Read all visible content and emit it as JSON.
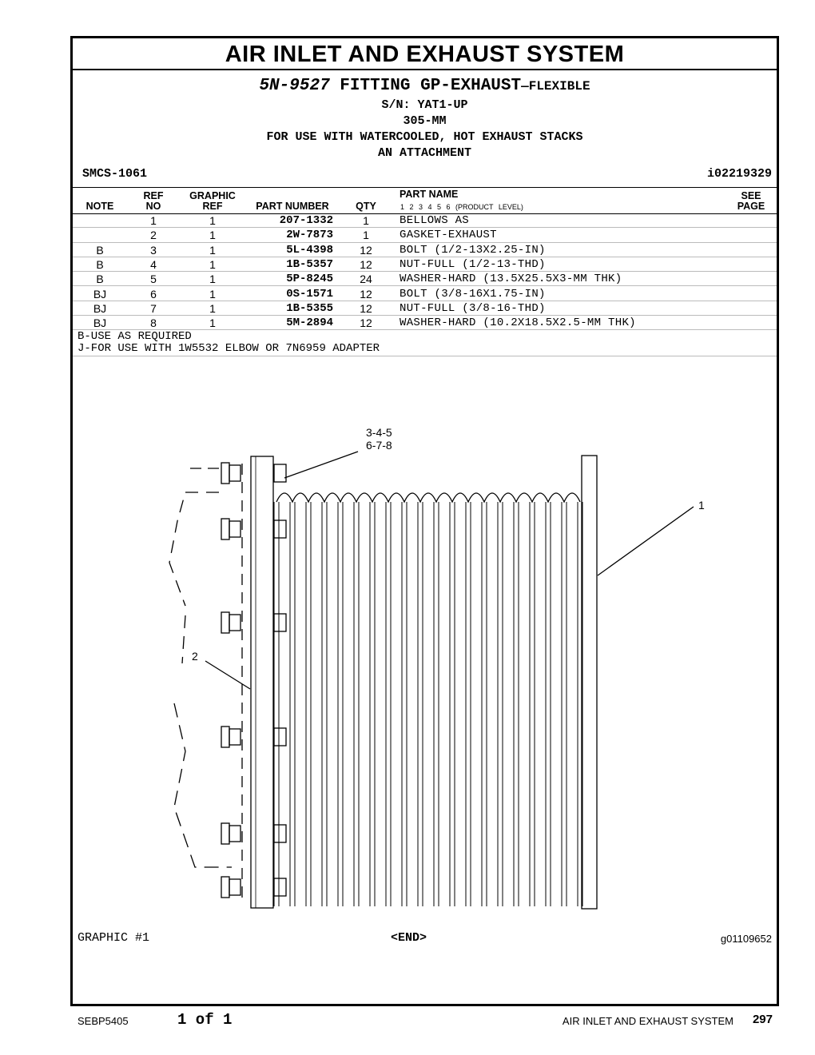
{
  "header": {
    "section_title": "AIR INLET AND EXHAUST SYSTEM",
    "part_number": "5N-9527",
    "group_name": "FITTING GP-EXHAUST",
    "group_suffix": "—FLEXIBLE",
    "serial": "S/N: YAT1-UP",
    "size": "305-MM",
    "usage": "FOR USE WITH WATERCOOLED, HOT EXHAUST STACKS",
    "attachment": "AN ATTACHMENT",
    "smcs": "SMCS-1061",
    "ident": "i02219329"
  },
  "columns": {
    "note": "NOTE",
    "ref_top": "REF",
    "ref_bottom": "NO",
    "graphic_top": "GRAPHIC",
    "graphic_bottom": "REF",
    "part_number": "PART NUMBER",
    "qty": "QTY",
    "part_name": "PART NAME",
    "product_levels": "1 2 3 4 5 6 (PRODUCT LEVEL)",
    "see_top": "SEE",
    "see_bottom": "PAGE"
  },
  "rows": [
    {
      "note": "",
      "ref": "1",
      "graphic_ref": "1",
      "part_number": "207-1332",
      "qty": "1",
      "part_name": "BELLOWS AS"
    },
    {
      "note": "",
      "ref": "2",
      "graphic_ref": "1",
      "part_number": "2W-7873",
      "qty": "1",
      "part_name": "GASKET-EXHAUST"
    },
    {
      "note": "B",
      "ref": "3",
      "graphic_ref": "1",
      "part_number": "5L-4398",
      "qty": "12",
      "part_name": "BOLT (1/2-13X2.25-IN)"
    },
    {
      "note": "B",
      "ref": "4",
      "graphic_ref": "1",
      "part_number": "1B-5357",
      "qty": "12",
      "part_name": "NUT-FULL (1/2-13-THD)"
    },
    {
      "note": "B",
      "ref": "5",
      "graphic_ref": "1",
      "part_number": "5P-8245",
      "qty": "24",
      "part_name": "WASHER-HARD (13.5X25.5X3-MM THK)"
    },
    {
      "note": "BJ",
      "ref": "6",
      "graphic_ref": "1",
      "part_number": "0S-1571",
      "qty": "12",
      "part_name": "BOLT (3/8-16X1.75-IN)"
    },
    {
      "note": "BJ",
      "ref": "7",
      "graphic_ref": "1",
      "part_number": "1B-5355",
      "qty": "12",
      "part_name": "NUT-FULL (3/8-16-THD)"
    },
    {
      "note": "BJ",
      "ref": "8",
      "graphic_ref": "1",
      "part_number": "5M-2894",
      "qty": "12",
      "part_name": "WASHER-HARD (10.2X18.5X2.5-MM THK)"
    }
  ],
  "notes": [
    "B-USE AS REQUIRED",
    "J-FOR USE WITH 1W5532 ELBOW OR 7N6959 ADAPTER"
  ],
  "drawing": {
    "callout_a_line1": "3-4-5",
    "callout_a_line2": "6-7-8",
    "callout_b": "1",
    "callout_c": "2"
  },
  "graphic": {
    "label": "GRAPHIC #1",
    "end": "<END>",
    "id": "g01109652"
  },
  "footer": {
    "doc_number": "SEBP5405",
    "page_of": "1 of 1",
    "section": "AIR INLET AND EXHAUST SYSTEM",
    "page_number": "297"
  }
}
